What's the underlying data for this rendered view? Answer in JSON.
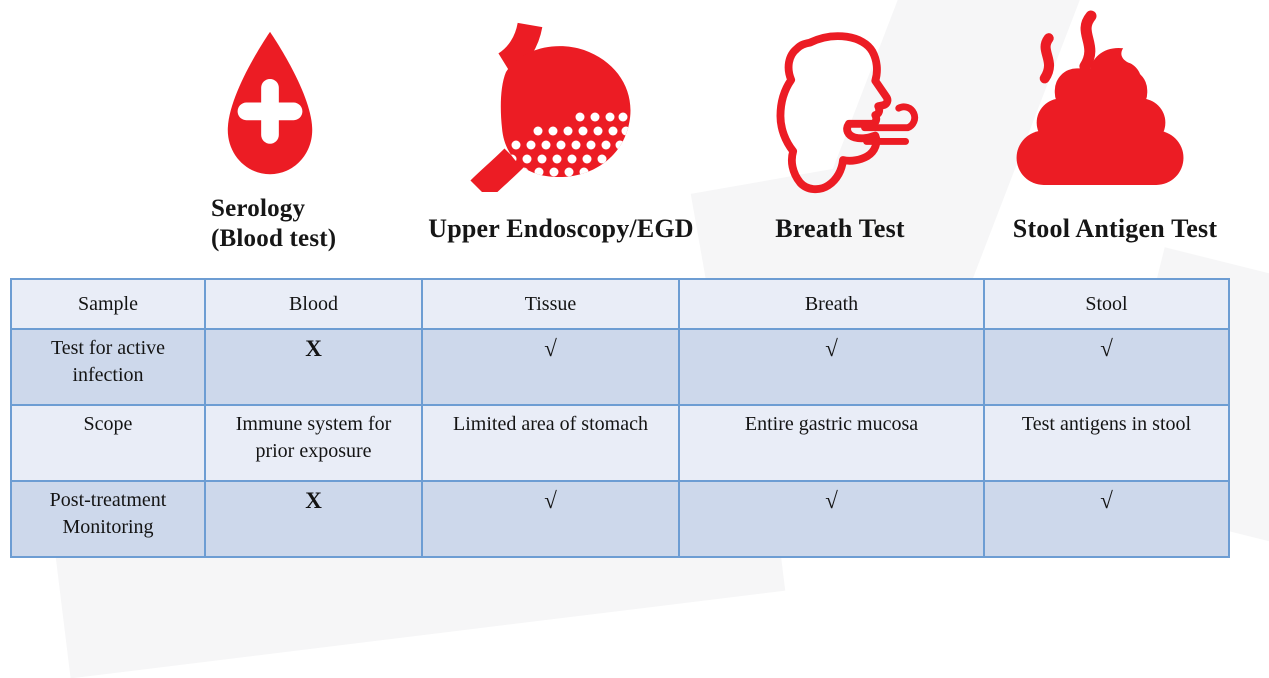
{
  "slide": {
    "tests": [
      {
        "title_line1": "Serology",
        "title_line2": "(Blood test)",
        "icon": "blood-drop-plus-icon"
      },
      {
        "title": "Upper Endoscopy/EGD",
        "icon": "stomach-icon"
      },
      {
        "title": "Breath Test",
        "icon": "exhaling-face-icon"
      },
      {
        "title": "Stool Antigen Test",
        "icon": "stool-pile-steam-icon"
      }
    ],
    "table": {
      "rows": [
        {
          "label": "Sample",
          "cells": [
            "Blood",
            "Tissue",
            "Breath",
            "Stool"
          ]
        },
        {
          "label": "Test for active infection",
          "cells": [
            "X",
            "√",
            "√",
            "√"
          ]
        },
        {
          "label": "Scope",
          "cells": [
            "Immune system for prior exposure",
            "Limited area of stomach",
            "Entire gastric mucosa",
            "Test antigens in stool"
          ]
        },
        {
          "label": "Post-treatment Monitoring",
          "cells": [
            "X",
            "√",
            "√",
            "√"
          ]
        }
      ]
    },
    "colors": {
      "icon_red": "#EC1C24",
      "x_mark_red": "#E8252C",
      "check_green": "#33A65C",
      "table_border_blue": "#6D9DD3",
      "row_fill_light": "#E9EDF7",
      "row_fill_dark": "#CDD8EB"
    }
  }
}
